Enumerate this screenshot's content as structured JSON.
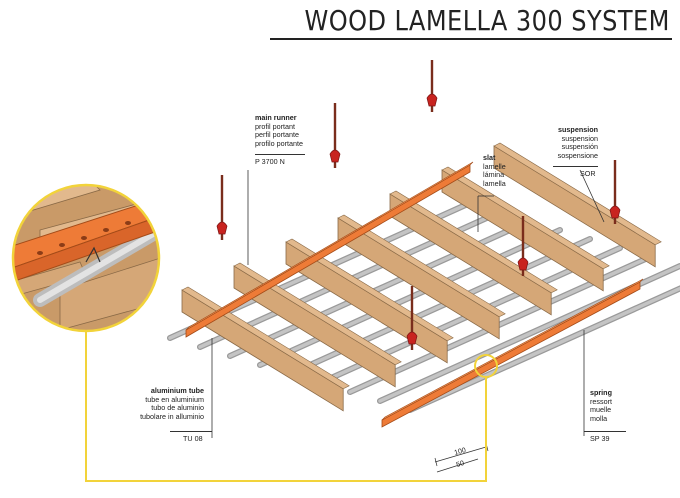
{
  "title": "WOOD LAMELLA 300 SYSTEM",
  "labels": {
    "main_runner": {
      "name": "main runner",
      "lines": [
        "profil portant",
        "perfil portante",
        "profilo portante"
      ],
      "code": "P 3700 N"
    },
    "slat": {
      "name": "slat",
      "lines": [
        "lamelle",
        "lámina",
        "lamella"
      ]
    },
    "suspension": {
      "name": "suspension",
      "lines": [
        "suspension",
        "suspensión",
        "sospensione"
      ],
      "code": "SOR"
    },
    "aluminium_tube": {
      "name": "aluminium tube",
      "lines": [
        "tube en aluminium",
        "tubo de aluminio",
        "tubolare in alluminio"
      ],
      "code": "TU 08"
    },
    "spring": {
      "name": "spring",
      "lines": [
        "ressort",
        "muelle",
        "molla"
      ],
      "code": "SP 39"
    }
  },
  "dimensions": {
    "pitch": "100",
    "width": "50"
  },
  "colors": {
    "wood": "#d5a777",
    "wood_top": "#e2b98d",
    "wood_edge": "#8a6a47",
    "runner": "#ee7b37",
    "rod": "#7a2d1c",
    "tube": "#c4c4c4",
    "clip": "#c8231f",
    "callout": "#f2d33a"
  }
}
